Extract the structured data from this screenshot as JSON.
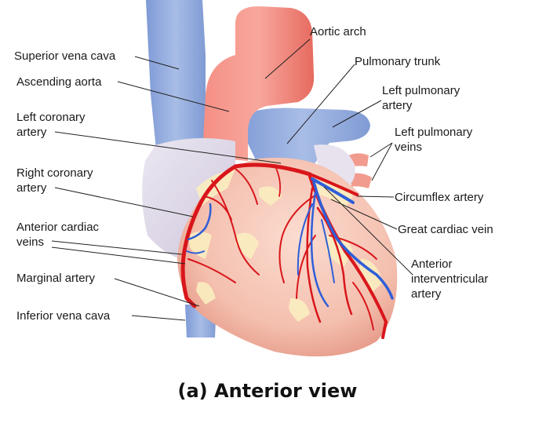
{
  "labels": {
    "superior_vena_cava": "Superior vena cava",
    "ascending_aorta": "Ascending aorta",
    "left_coronary_artery": [
      "Left coronary",
      "artery"
    ],
    "right_coronary_artery": [
      "Right coronary",
      "artery"
    ],
    "anterior_cardiac_veins": [
      "Anterior cardiac",
      "veins"
    ],
    "marginal_artery": "Marginal artery",
    "inferior_vena_cava": "Inferior vena cava",
    "aortic_arch": "Aortic arch",
    "pulmonary_trunk": "Pulmonary trunk",
    "left_pulmonary_artery": [
      "Left pulmonary",
      "artery"
    ],
    "left_pulmonary_veins": [
      "Left pulmonary",
      "veins"
    ],
    "circumflex_artery": "Circumflex artery",
    "great_cardiac_vein": "Great cardiac vein",
    "anterior_interventricular_artery": [
      "Anterior",
      "interventricular",
      "artery"
    ]
  },
  "caption": "(a) Anterior view",
  "colors": {
    "vein_blue": "#8fa9dc",
    "artery_red": "#d9161b",
    "heart_pink": "#f6c7b5",
    "aorta_salmon": "#f07a6e",
    "fat_yellow": "#fbeec0",
    "pericardium_grey": "#dcd7e6"
  }
}
